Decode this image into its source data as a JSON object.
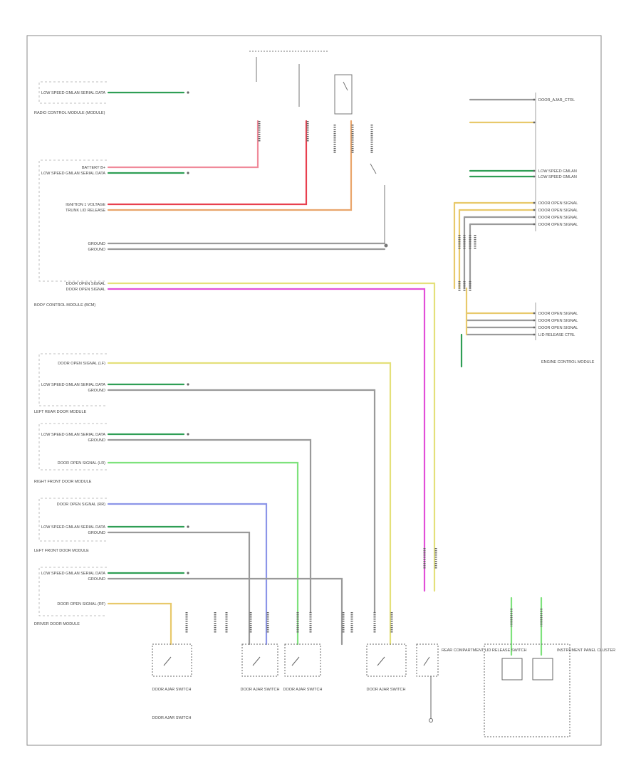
{
  "footer_code": "",
  "left_connector_labels": [
    "LOW SPEED GMLAN SERIAL DATA",
    "BATTERY B+",
    "LOW SPEED GMLAN SERIAL DATA",
    "IGNITION 1 VOLTAGE",
    "TRUNK LID RELEASE",
    "GROUND",
    "GROUND",
    "DOOR OPEN SIGNAL",
    "DOOR OPEN SIGNAL",
    "DOOR OPEN SIGNAL (LF)",
    "LOW SPEED GMLAN SERIAL DATA",
    "GROUND",
    "LOW SPEED GMLAN SERIAL DATA",
    "GROUND",
    "DOOR OPEN SIGNAL (LR)",
    "DOOR OPEN SIGNAL (RR)",
    "LOW SPEED GMLAN SERIAL DATA",
    "GROUND",
    "LOW SPEED GMLAN SERIAL DATA",
    "GROUND",
    "DOOR OPEN SIGNAL (RF)"
  ],
  "module_labels": [
    "RADIO CONTROL MODULE (MODULE)",
    "BODY CONTROL MODULE (BCM)",
    "LEFT REAR DOOR MODULE",
    "RIGHT FRONT DOOR MODULE",
    "LEFT FRONT DOOR MODULE",
    "DRIVER DOOR MODULE",
    "INSTRUMENT PANEL CLUSTER",
    "ENGINE CONTROL MODULE",
    "REAR COMPARTMENT LID RELEASE SWITCH"
  ],
  "right_labels": [
    "DOOR_AJAR_CTRL",
    "LOW SPEED GMLAN",
    "LOW SPEED GMLAN",
    "DOOR OPEN SIGNAL",
    "DOOR OPEN SIGNAL",
    "DOOR OPEN SIGNAL",
    "DOOR OPEN SIGNAL",
    "DOOR OPEN SIGNAL",
    "DOOR OPEN SIGNAL",
    "DOOR OPEN SIGNAL",
    "LID RELEASE CTRL"
  ],
  "bottom_switch_labels": [
    "DOOR AJAR SWITCH",
    "DOOR AJAR SWITCH",
    "DOOR AJAR SWITCH",
    "DOOR AJAR SWITCH",
    "DOOR AJAR SWITCH"
  ],
  "colors": {
    "green": "#2f9e55",
    "red": "#e8404f",
    "pink": "#f08a9a",
    "orange": "#e9a56b",
    "grey": "#9a9a9a",
    "yellow": "#e4e07a",
    "magenta": "#e24fd8",
    "lime": "#7ee27c",
    "blue": "#8c95e8",
    "tan": "#e8c96b",
    "frame": "#888888"
  }
}
